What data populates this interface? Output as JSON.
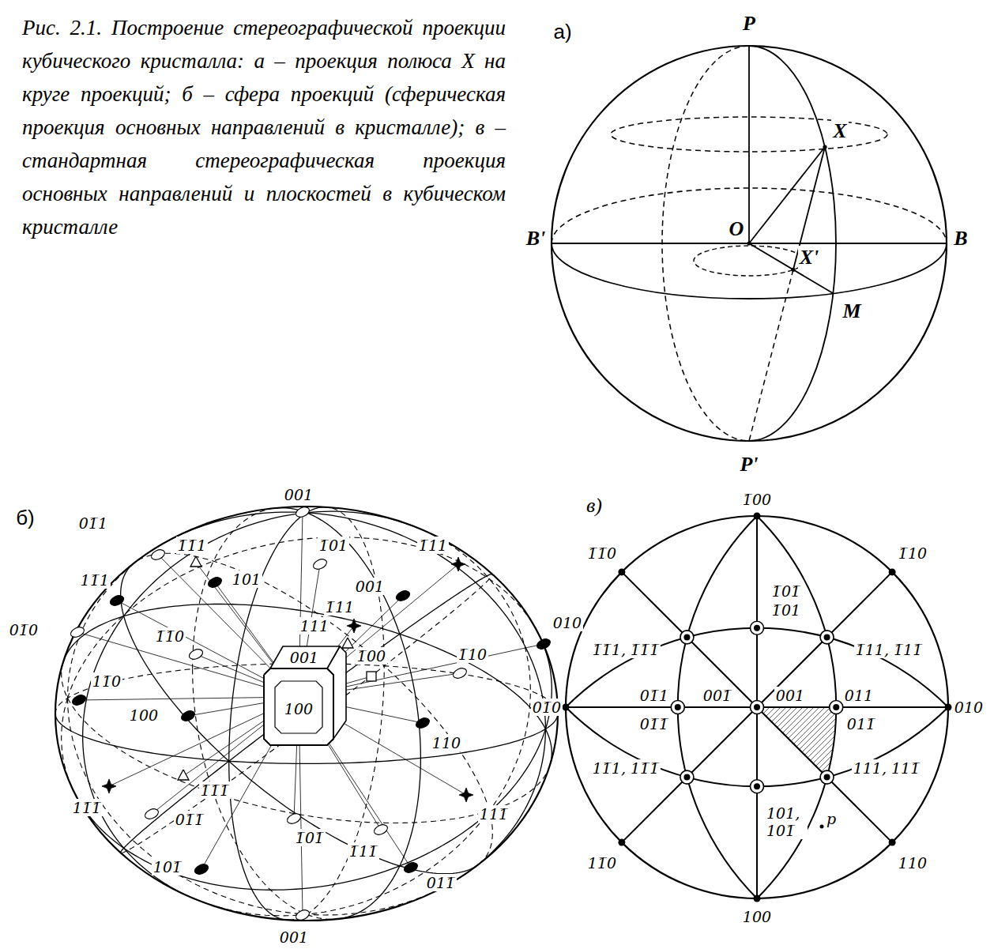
{
  "diagram": {
    "caption": "Рис. 2.1. Построение стереографической проекции кубического кристалла: а – проекция полюса X на круге проекций; б – сфера проекций (сферическая проекция основных направлений в кристалле); в – стандартная стереографическая проекция основных направлений и плоскостей в кубическом кристалле",
    "labels": [
      "а)",
      "P",
      "X",
      "O",
      "B'",
      "B",
      "X'",
      "M",
      "P'",
      "б)",
      "001",
      "01̅1",
      "1̅1̅1",
      "1̅01",
      "1̅11",
      "11̅1",
      "101",
      "001",
      "1̅11",
      "111",
      "1̅1̅0",
      "1̅00",
      "1̅10",
      "01̅0",
      "010",
      "11̅0",
      "100",
      "001",
      "100",
      "110",
      "11̅1̅",
      "1̅1̅1̅",
      "01̅1̅",
      "1̅01̅",
      "1̅11̅",
      "111̅",
      "101̅",
      "011̅",
      "001",
      "в)",
      "1̅00",
      "1̅1̅0",
      "1̅10",
      "1̅01̅",
      "1̅01",
      "1̅1̅1, 1̅1̅1̅",
      "1̅11, 1̅11̅",
      "01̅1",
      "001̅",
      "001",
      "011",
      "01̅1̅",
      "011̅",
      "11̅1, 11̅1̅",
      "111, 111̅",
      "101, 101̅",
      "p",
      "11̅0",
      "110",
      "100",
      "01̅0",
      "010"
    ]
  }
}
